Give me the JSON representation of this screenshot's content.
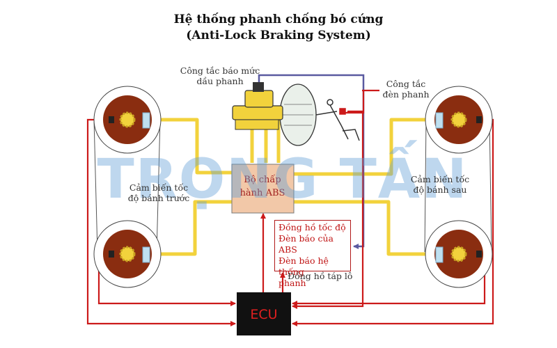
{
  "title": {
    "line1": "Hệ thống phanh chống bó cứng",
    "line2": "(Anti-Lock Braking System)"
  },
  "labels": {
    "oil_switch_line1": "Công tắc báo mức",
    "oil_switch_line2": "dầu phanh",
    "brake_switch_line1": "Công tắc",
    "brake_switch_line2": "đèn phanh",
    "front_sensor_line1": "Cảm biến tốc",
    "front_sensor_line2": "độ bánh trước",
    "rear_sensor_line1": "Cảm biến tốc",
    "rear_sensor_line2": "độ bánh sau",
    "actuator_line1": "Bộ chấp",
    "actuator_line2": "hành ABS",
    "info_line1": "Đồng hồ tốc độ",
    "info_line2": "Đèn báo của ABS",
    "info_line3": "Đèn báo hệ thống",
    "info_line4": "phanh",
    "dashboard": "Đồng hồ táp lô",
    "ecu": "ECU"
  },
  "watermark": "TRỌNG TẤN",
  "colors": {
    "brake_line": "#f2d23c",
    "signal_wire": "#cc1a1a",
    "dash_wire": "#5a5aa0",
    "actuator_fill": "#f2c8a8",
    "rotor": "#8a2d10",
    "ecu_fill": "#111111"
  }
}
